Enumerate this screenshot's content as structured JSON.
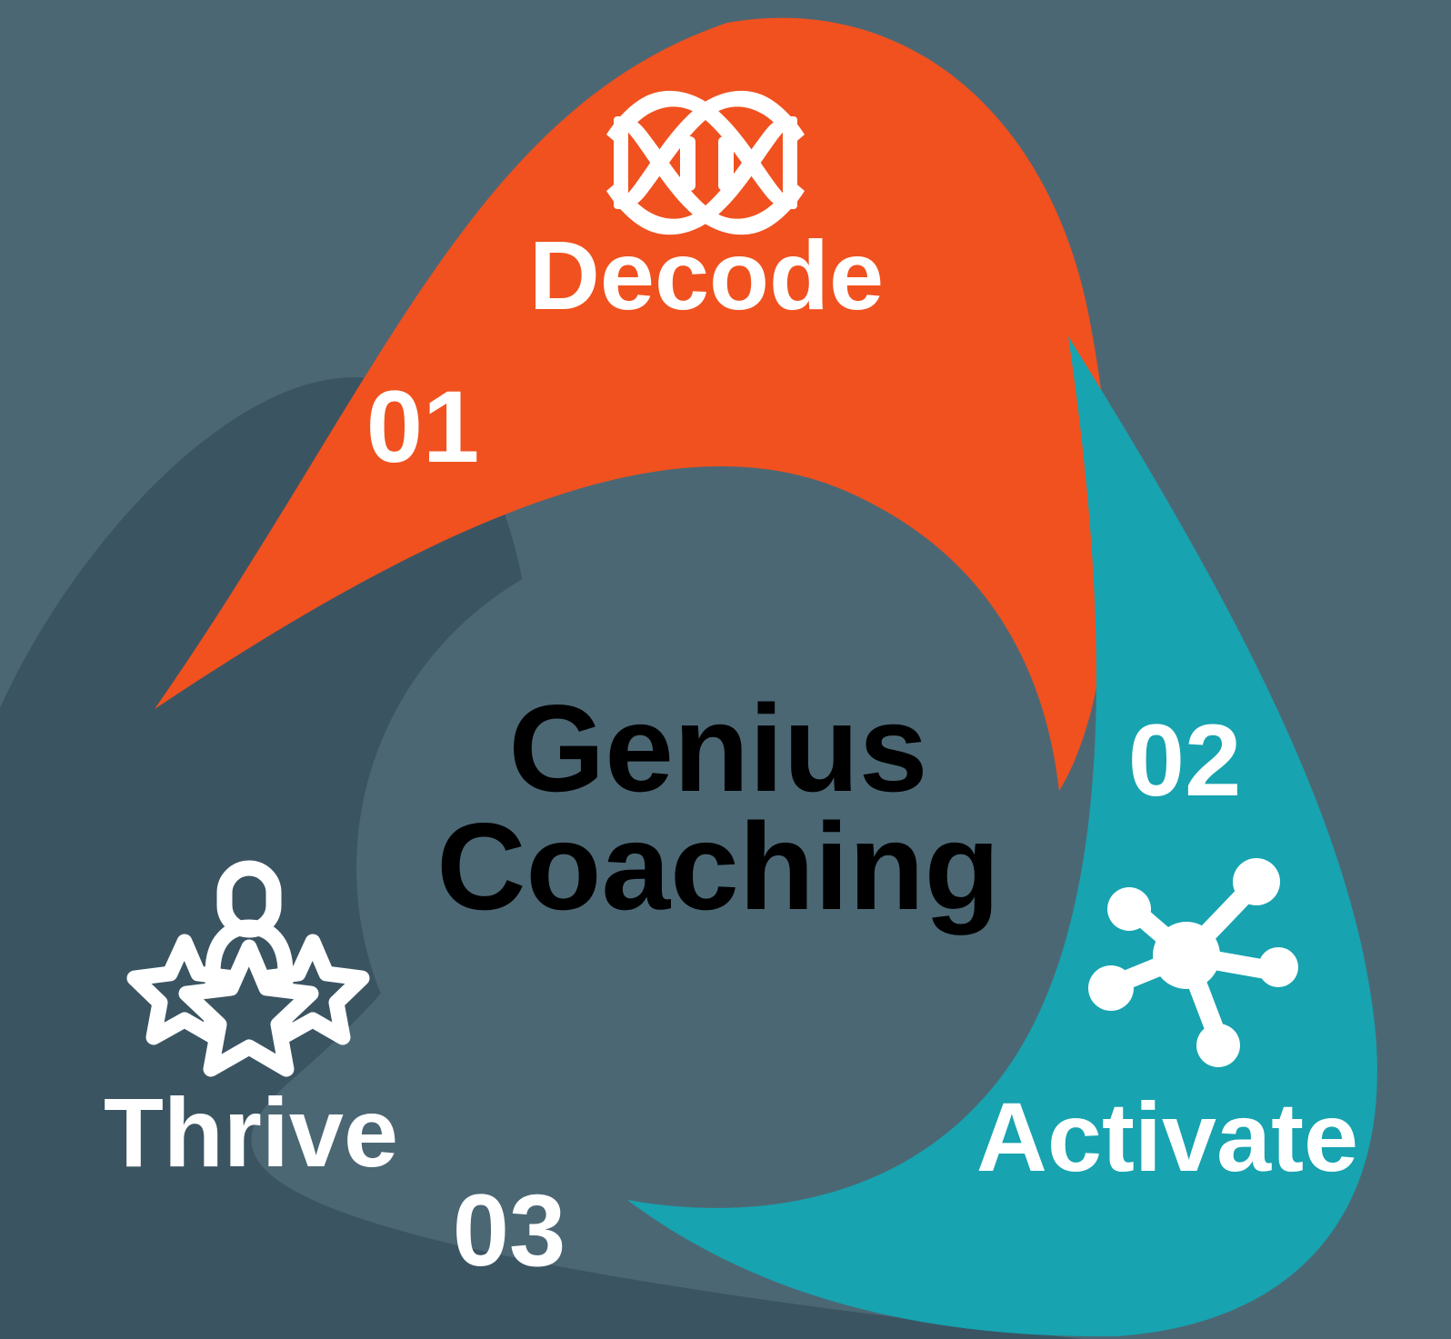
{
  "diagram": {
    "title": "Genius Coaching",
    "center": {
      "line1": "Genius",
      "line2": "Coaching"
    },
    "colors": {
      "background": "#4c6774",
      "center_circle": "#4c6774",
      "petal_decode": "#f0511f",
      "petal_activate": "#17a3b0",
      "petal_thrive": "#3b5462",
      "label_text": "#ffffff",
      "center_text": "#000000"
    },
    "steps": [
      {
        "number": "01",
        "label": "Decode",
        "icon": "dna-helix-icon",
        "color": "#f0511f"
      },
      {
        "number": "02",
        "label": "Activate",
        "icon": "molecule-network-icon",
        "color": "#17a3b0"
      },
      {
        "number": "03",
        "label": "Thrive",
        "icon": "person-three-stars-icon",
        "color": "#3b5462"
      }
    ]
  }
}
